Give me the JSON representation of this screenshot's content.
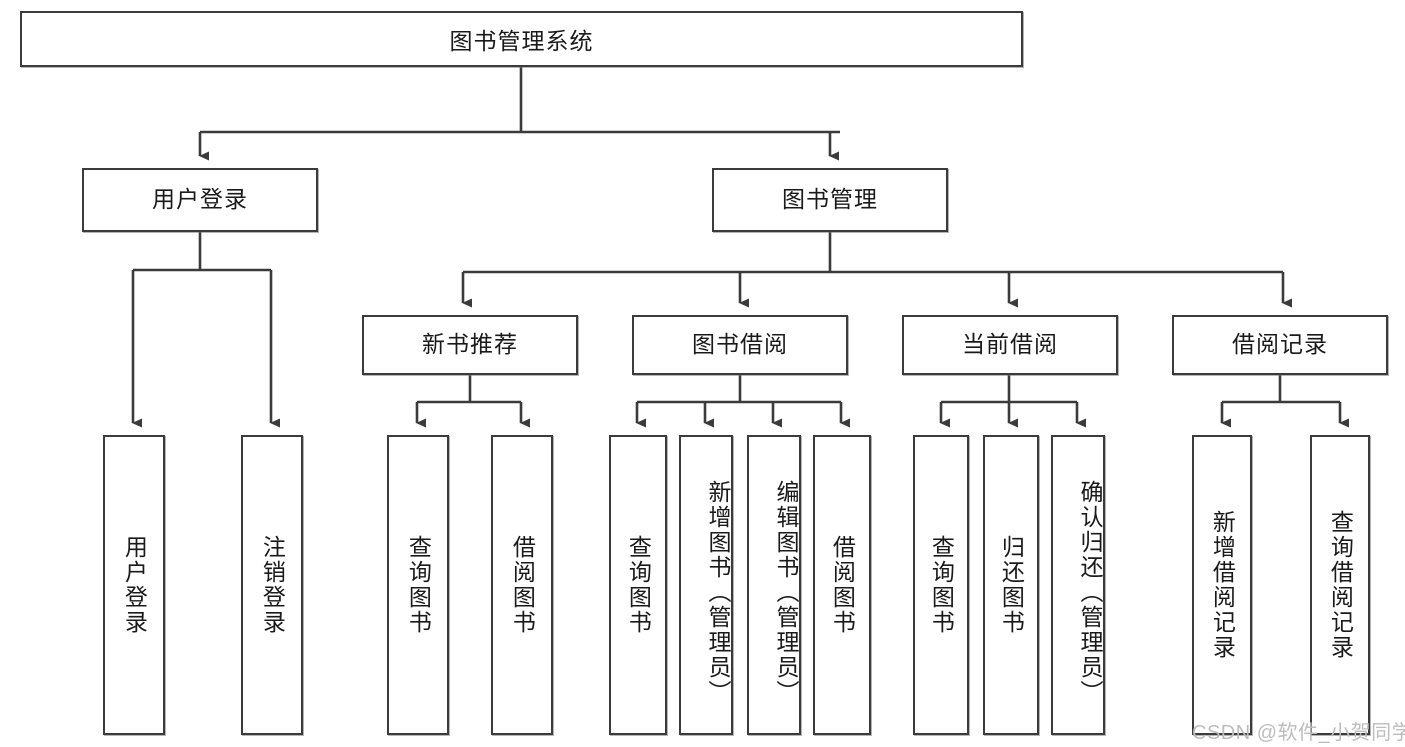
{
  "diagram": {
    "type": "tree",
    "title": "图书管理系统",
    "watermark": "CSDN @软件_小贺同学",
    "colors": {
      "node_border": "#3b3b3b",
      "node_fill": "#ffffff",
      "edge": "#3b3b3b",
      "text": "#1a1a1a",
      "watermark": "#bdbdbd",
      "background": "#ffffff"
    },
    "root": {
      "label": "图书管理系统"
    },
    "level2": [
      {
        "label": "用户登录"
      },
      {
        "label": "图书管理"
      }
    ],
    "level3": [
      {
        "label": "新书推荐"
      },
      {
        "label": "图书借阅"
      },
      {
        "label": "当前借阅"
      },
      {
        "label": "借阅记录"
      }
    ],
    "leaves": {
      "user_login": [
        {
          "label": "用户登录"
        },
        {
          "label": "注销登录"
        }
      ],
      "new_book": [
        {
          "label": "查询图书"
        },
        {
          "label": "借阅图书"
        }
      ],
      "book_borrow": [
        {
          "label": "查询图书"
        },
        {
          "label": "新增图书（管理员）"
        },
        {
          "label": "编辑图书（管理员）"
        },
        {
          "label": "借阅图书"
        }
      ],
      "current_borrow": [
        {
          "label": "查询图书"
        },
        {
          "label": "归还图书"
        },
        {
          "label": "确认归还（管理员）"
        }
      ],
      "borrow_record": [
        {
          "label": "新增借阅记录"
        },
        {
          "label": "查询借阅记录"
        }
      ]
    }
  }
}
